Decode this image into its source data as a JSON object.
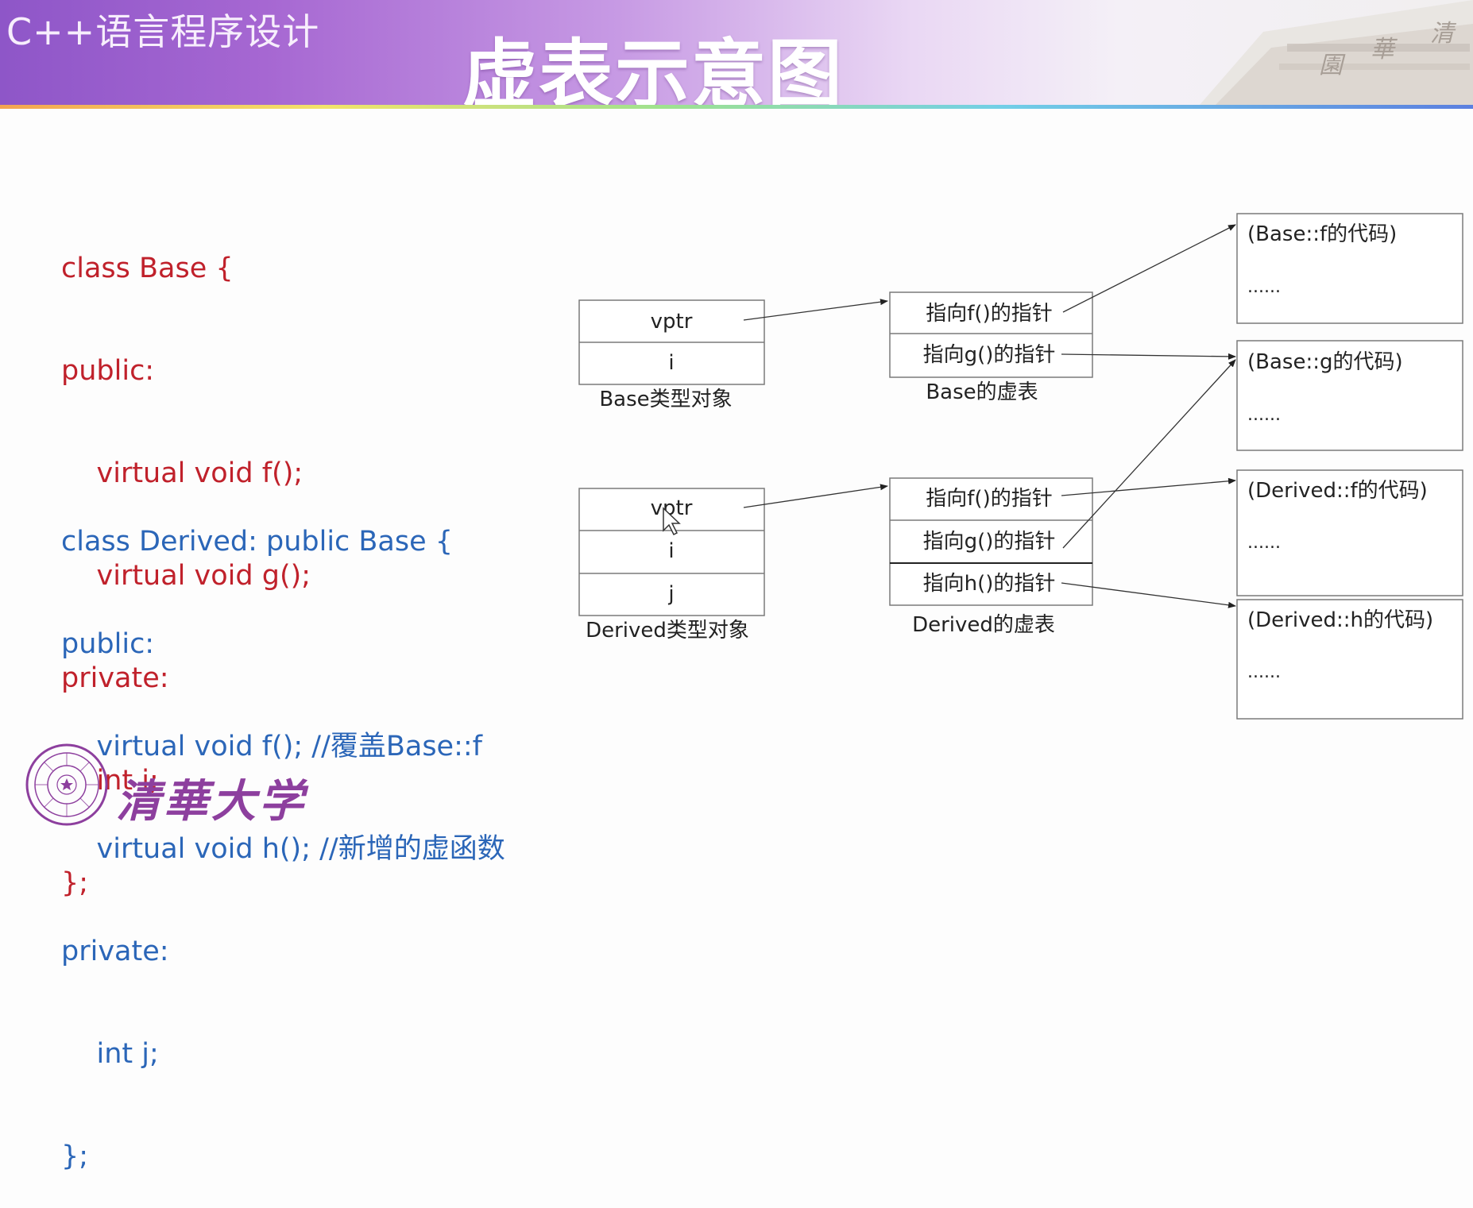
{
  "header": {
    "course_title": "C++语言程序设计",
    "slide_title": "虚表示意图",
    "watermark_chars": [
      "清",
      "華",
      "園"
    ]
  },
  "code": {
    "base_lines": [
      "class Base {",
      "public:",
      "    virtual void f();",
      "    virtual void g();",
      "private:",
      "    int i;",
      "};"
    ],
    "derived_lines": [
      "class Derived: public Base {",
      "public:",
      "    virtual void f(); //覆盖Base::f",
      "    virtual void h(); //新增的虚函数",
      "private:",
      "    int j;",
      "};"
    ]
  },
  "diagram": {
    "base_object": {
      "fields": [
        "vptr",
        "i"
      ],
      "caption": "Base类型对象"
    },
    "derived_object": {
      "fields": [
        "vptr",
        "i",
        "j"
      ],
      "caption": "Derived类型对象"
    },
    "base_vtable": {
      "entries": [
        "指向f()的指针",
        "指向g()的指针"
      ],
      "caption": "Base的虚表"
    },
    "derived_vtable": {
      "entries": [
        "指向f()的指针",
        "指向g()的指针",
        "指向h()的指针"
      ],
      "caption": "Derived的虚表"
    },
    "code_blocks": [
      {
        "title": "(Base::f的代码)",
        "body": "......"
      },
      {
        "title": "(Base::g的代码)",
        "body": "......"
      },
      {
        "title": "(Derived::f的代码)",
        "body": "......"
      },
      {
        "title": "(Derived::h的代码)",
        "body": "......"
      }
    ]
  },
  "footer": {
    "university_name": "清華大学"
  },
  "colors": {
    "base_code": "#c0212b",
    "derived_code": "#2b66b8",
    "header_purple": "#9d5fd0",
    "box_border": "#7a7a7a"
  }
}
